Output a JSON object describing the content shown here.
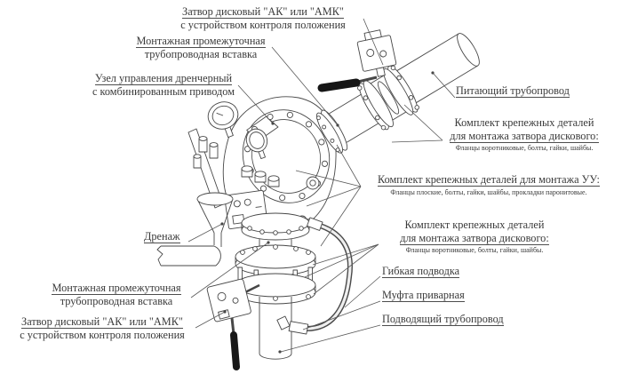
{
  "drawing": {
    "stroke_color": "#474747",
    "leader_color": "#5a5a5a",
    "labels": {
      "valve_top": {
        "line1": "Затвор дисковый \"АК\" или \"АМК\"",
        "line2": "с устройством контроля положения"
      },
      "insert_top": {
        "line1": "Монтажная промежуточная",
        "line2": "трубопроводная вставка"
      },
      "control_unit": {
        "line1": "Узел управления дренчерный",
        "line2": "с комбинированным приводом"
      },
      "feeding_pipeline": {
        "line1": "Питающий трубопровод"
      },
      "kit_valve_top": {
        "line1": "Комплект крепежных деталей",
        "line2": "для монтажа затвора дискового:",
        "note": "Фланцы воротниковые, болты, гайки, шайбы."
      },
      "kit_uu": {
        "line1": "Комплект крепежных деталей для монтажа УУ:",
        "note": "Фланцы плоские, болты, гайки, шайбы, прокладки паронитовые."
      },
      "kit_valve_bottom": {
        "line1": "Комплект крепежных деталей",
        "line2": "для монтажа затвора дискового:",
        "note": "Фланцы воротниковые, болты, гайки, шайбы."
      },
      "flexible_hose": {
        "line1": "Гибкая подводка"
      },
      "welded_coupling": {
        "line1": "Муфта приварная"
      },
      "supply_pipeline": {
        "line1": "Подводящий трубопровод"
      },
      "drain": {
        "line1": "Дренаж"
      },
      "insert_bottom": {
        "line1": "Монтажная промежуточная",
        "line2": "трубопроводная вставка"
      },
      "valve_bottom": {
        "line1": "Затвор дисковый \"АК\" или \"АМК\"",
        "line2": "с устройством контроля положения"
      }
    }
  }
}
